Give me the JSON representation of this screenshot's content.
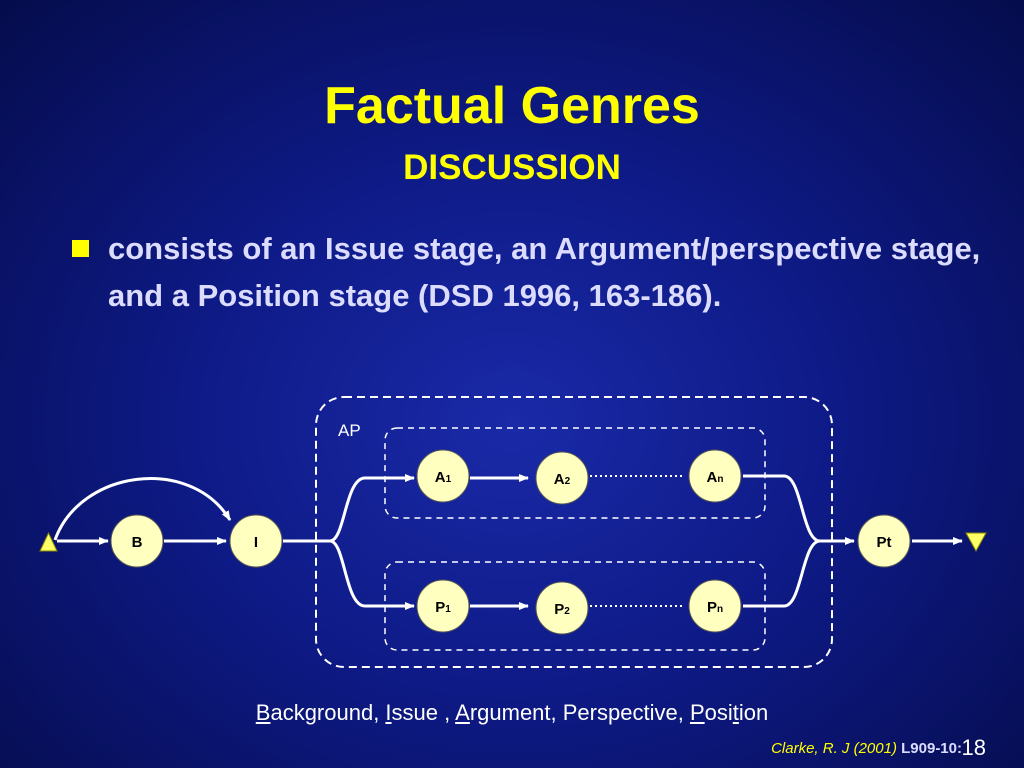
{
  "slide": {
    "title": "Factual Genres",
    "subtitle": "DISCUSSION",
    "bullet": "consists of an Issue stage, an Argument/perspective stage, and a Position stage (DSD 1996, 163-186)."
  },
  "diagram": {
    "ap_label": "AP",
    "nodes": {
      "b": {
        "main": "B"
      },
      "i": {
        "main": "I"
      },
      "a1": {
        "main": "A",
        "sub": "1"
      },
      "a2": {
        "main": "A",
        "sub": "2"
      },
      "an": {
        "main": "A",
        "sub": "n"
      },
      "p1": {
        "main": "P",
        "sub": "1"
      },
      "p2": {
        "main": "P",
        "sub": "2"
      },
      "pn": {
        "main": "P",
        "sub": "n"
      },
      "pt": {
        "main": "Pt"
      }
    }
  },
  "footer": {
    "parts": [
      "B",
      "ackground, ",
      "I",
      "ssue , ",
      "A",
      "rgument, Perspective, ",
      "P",
      "osi",
      "t",
      "ion"
    ]
  },
  "credit": {
    "author": "Clarke, R. J (2001)",
    "course": "L909-10:",
    "page": "18"
  },
  "colors": {
    "background": "#0e1a86",
    "title": "#ffff00",
    "node_fill": "#ffffc0",
    "lines": "#ffffff"
  }
}
